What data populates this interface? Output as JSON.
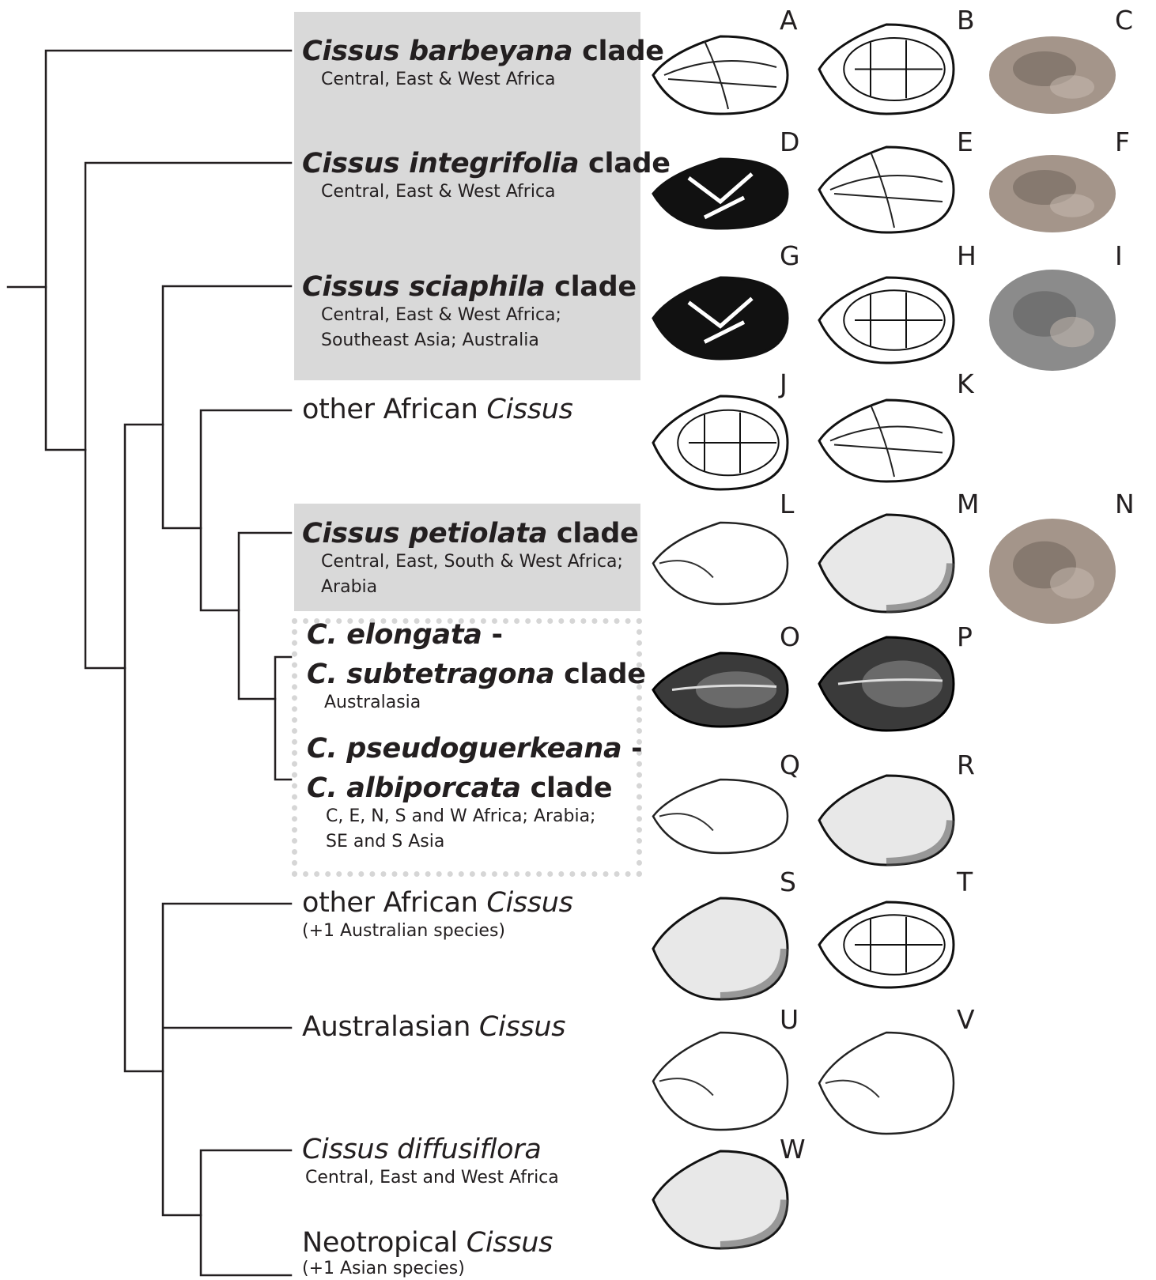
{
  "clades": [
    {
      "id": "barbeyana",
      "title": [
        {
          "t": "Cissus barbeyana",
          "i": true,
          "b": true
        },
        {
          "t": " clade",
          "i": false,
          "b": true
        }
      ],
      "sub": [
        "Central, East & West Africa"
      ]
    },
    {
      "id": "integrifolia",
      "title": [
        {
          "t": "Cissus integrifolia",
          "i": true,
          "b": true
        },
        {
          "t": " clade",
          "i": false,
          "b": true
        }
      ],
      "sub": [
        "Central, East & West Africa"
      ]
    },
    {
      "id": "sciaphila",
      "title": [
        {
          "t": "Cissus sciaphila",
          "i": true,
          "b": true
        },
        {
          "t": " clade",
          "i": false,
          "b": true
        }
      ],
      "sub": [
        "Central, East & West Africa;",
        "Southeast Asia; Australia"
      ]
    },
    {
      "id": "other-african-1",
      "title": [
        {
          "t": "other African ",
          "i": false,
          "b": false
        },
        {
          "t": "Cissus",
          "i": true,
          "b": false
        }
      ],
      "sub": []
    },
    {
      "id": "petiolata",
      "title": [
        {
          "t": "Cissus petiolata",
          "i": true,
          "b": true
        },
        {
          "t": " clade",
          "i": false,
          "b": true
        }
      ],
      "sub": [
        "Central, East, South & West Africa;",
        "Arabia"
      ]
    },
    {
      "id": "elongata",
      "title": [
        {
          "t": "C. elongata",
          "i": true,
          "b": true
        },
        {
          "t": " -",
          "i": false,
          "b": true
        }
      ],
      "title2": [
        {
          "t": "C. subtetragona",
          "i": true,
          "b": true
        },
        {
          "t": " clade",
          "i": false,
          "b": true
        }
      ],
      "sub": [
        "Australasia"
      ]
    },
    {
      "id": "pseudoguerkeana",
      "title": [
        {
          "t": "C. pseudoguerkeana",
          "i": true,
          "b": true
        },
        {
          "t": " -",
          "i": false,
          "b": true
        }
      ],
      "title2": [
        {
          "t": "C. albiporcata",
          "i": true,
          "b": true
        },
        {
          "t": " clade",
          "i": false,
          "b": true
        }
      ],
      "sub": [
        "C, E, N, S and W Africa; Arabia;",
        "SE and S Asia"
      ]
    },
    {
      "id": "other-african-2",
      "title": [
        {
          "t": "other African ",
          "i": false,
          "b": false
        },
        {
          "t": "Cissus",
          "i": true,
          "b": false
        }
      ],
      "sub": [
        "(+1 Australian species)"
      ]
    },
    {
      "id": "australasian",
      "title": [
        {
          "t": "Australasian ",
          "i": false,
          "b": false
        },
        {
          "t": "Cissus",
          "i": true,
          "b": false
        }
      ],
      "sub": []
    },
    {
      "id": "diffusiflora",
      "title": [
        {
          "t": "Cissus diffusiflora",
          "i": true,
          "b": false
        }
      ],
      "sub": [
        "Central, East and West Africa"
      ]
    },
    {
      "id": "neotropical",
      "title": [
        {
          "t": "Neotropical ",
          "i": false,
          "b": false
        },
        {
          "t": "Cissus",
          "i": true,
          "b": false
        }
      ],
      "sub": [
        "(+1 Asian species)"
      ]
    }
  ],
  "panels": [
    {
      "letter": "A",
      "style": "drawing-ridged"
    },
    {
      "letter": "B",
      "style": "drawing-cells"
    },
    {
      "letter": "C",
      "style": "photo"
    },
    {
      "letter": "D",
      "style": "drawing-dark"
    },
    {
      "letter": "E",
      "style": "drawing-ridged"
    },
    {
      "letter": "F",
      "style": "photo"
    },
    {
      "letter": "G",
      "style": "drawing-dark"
    },
    {
      "letter": "H",
      "style": "drawing-cells"
    },
    {
      "letter": "I",
      "style": "photo-grey"
    },
    {
      "letter": "J",
      "style": "drawing-cells"
    },
    {
      "letter": "K",
      "style": "drawing-ridged"
    },
    {
      "letter": "L",
      "style": "drawing-smooth"
    },
    {
      "letter": "M",
      "style": "drawing-stipple"
    },
    {
      "letter": "N",
      "style": "photo"
    },
    {
      "letter": "O",
      "style": "drawing-stipple-dark"
    },
    {
      "letter": "P",
      "style": "drawing-stipple-dark"
    },
    {
      "letter": "Q",
      "style": "drawing-smooth"
    },
    {
      "letter": "R",
      "style": "drawing-stipple"
    },
    {
      "letter": "S",
      "style": "drawing-stipple"
    },
    {
      "letter": "T",
      "style": "drawing-cells"
    },
    {
      "letter": "U",
      "style": "drawing-smooth"
    },
    {
      "letter": "V",
      "style": "drawing-smooth"
    },
    {
      "letter": "W",
      "style": "drawing-stipple"
    }
  ]
}
